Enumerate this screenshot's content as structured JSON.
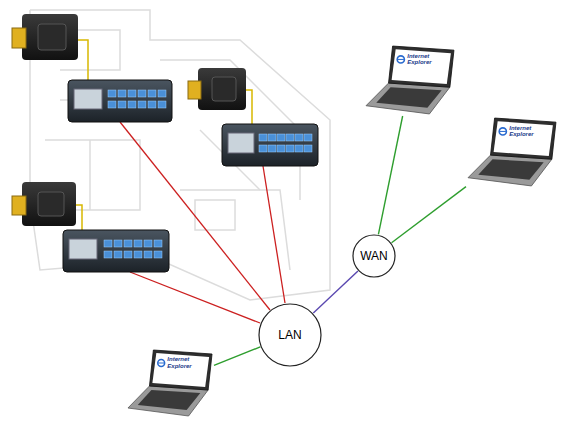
{
  "diagram": {
    "nodes": [
      {
        "text": [
          "Internet Explorer"
        ]
      },
      {
        "text": [
          "Internet Explorer"
        ]
      },
      {
        "text": [
          "WAN"
        ]
      },
      {
        "text": [
          "LAN"
        ]
      },
      {
        "text": [
          "Internet Explorer"
        ]
      }
    ],
    "edges": [
      {
        "from": 0,
        "to": 2,
        "arrow": "none"
      },
      {
        "from": 1,
        "to": 2,
        "arrow": "none"
      },
      {
        "from": 2,
        "to": 3,
        "arrow": "none"
      },
      {
        "from": 4,
        "to": 3,
        "arrow": "none"
      }
    ]
  }
}
